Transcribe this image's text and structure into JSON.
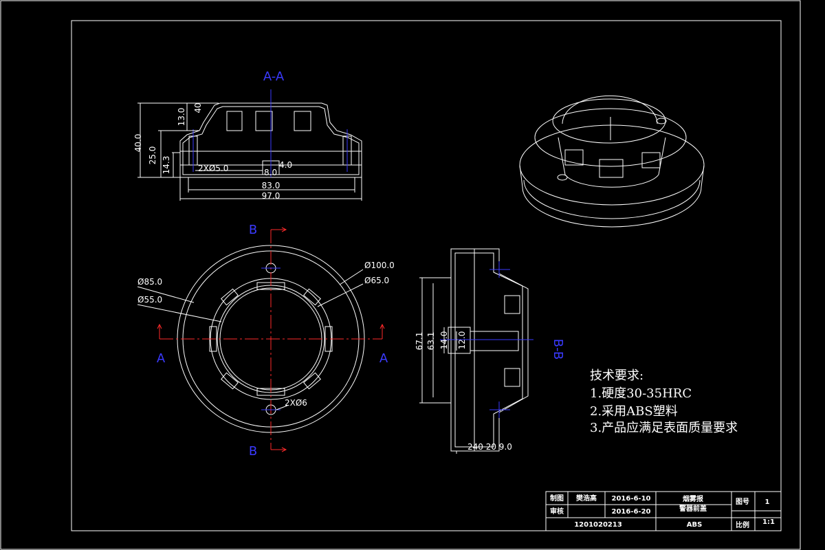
{
  "colors": {
    "background": "#000000",
    "line": "#ffffff",
    "centerline": "#3a3aff",
    "section_arrow": "#ff2a2a"
  },
  "views": {
    "section_aa_label": "A-A",
    "section_bb_label": "B-B",
    "cut_a": "A",
    "cut_b": "B"
  },
  "dims_section": {
    "d13": "13.0",
    "d40": "40.0",
    "d25": "25.0",
    "d14_3": "14.3",
    "d4_top": "40",
    "holes": "2XØ5.0",
    "d8": "8.0",
    "d4": "4.0",
    "d83": "83.0",
    "d97": "97.0"
  },
  "dims_plan": {
    "dia100": "Ø100.0",
    "dia65": "Ø65.0",
    "dia85": "Ø85.0",
    "dia55": "Ø55.0",
    "holes": "2XØ6"
  },
  "dims_side": {
    "d67_1": "67.1",
    "d63_1": "63.1",
    "d14": "14.0",
    "d12": "12.0",
    "bottom": "240 20 9.0"
  },
  "notes": {
    "title": "技术要求:",
    "items": [
      "1.硬度30-35HRC",
      "2.采用ABS塑料",
      "3.产品应满足表面质量要求"
    ]
  },
  "title_block": {
    "drawn_label": "制图",
    "drawn_by": "樊浩高",
    "drawn_date": "2016-6-10",
    "check_label": "审核",
    "check_date": "2016-6-20",
    "part_name_1": "烟雾报",
    "part_name_2": "警器前盖",
    "drawing_no_label": "图号",
    "drawing_no": "1",
    "scale_label": "比例",
    "scale": "1:1",
    "student_id": "1201020213",
    "material": "ABS"
  }
}
